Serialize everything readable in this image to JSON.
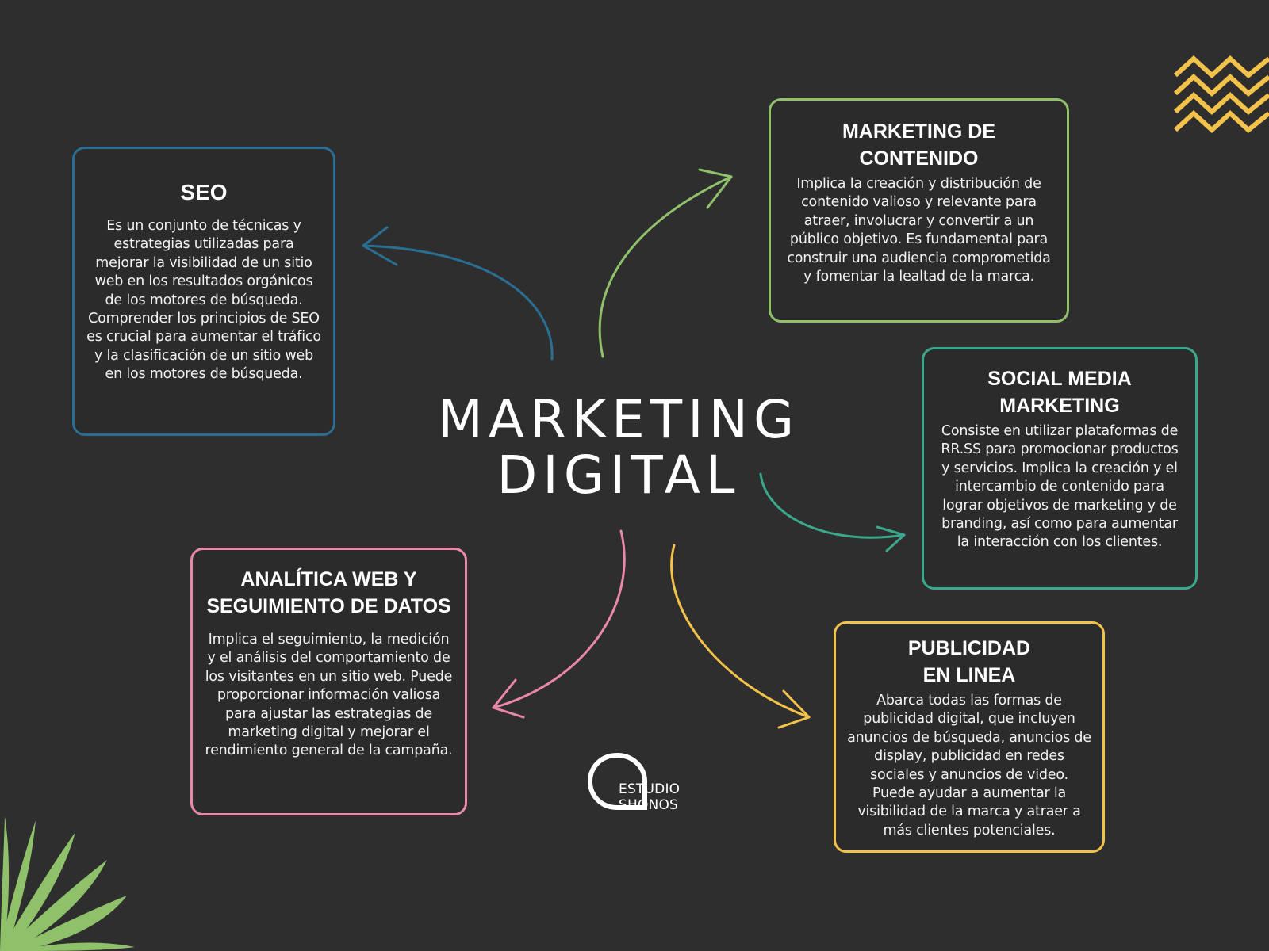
{
  "title": {
    "line1": "MARKETING",
    "line2": "DIGITAL"
  },
  "cards": {
    "seo": {
      "title": "SEO",
      "body": "Es un conjunto de técnicas y estrategias utilizadas para mejorar la visibilidad de un sitio web en los resultados orgánicos de los motores de búsqueda. Comprender los principios de SEO es crucial para aumentar el tráfico y la clasificación de un sitio web en los motores de búsqueda.",
      "color": "#2a6f93"
    },
    "contenido": {
      "title_line1": "MARKETING DE",
      "title_line2": "CONTENIDO",
      "body": "Implica la creación y distribución de contenido valioso y relevante para atraer, involucrar y convertir a un público objetivo. Es fundamental para construir una audiencia comprometida y fomentar la lealtad de la marca.",
      "color": "#8fc16b"
    },
    "social": {
      "title_line1": "SOCIAL MEDIA",
      "title_line2": "MARKETING",
      "body": "Consiste en utilizar plataformas de RR.SS para promocionar productos y servicios. Implica la creación y el intercambio de contenido para lograr objetivos de marketing y de branding, así como para aumentar la interacción con los clientes.",
      "color": "#3aa88c"
    },
    "publicidad": {
      "title_line1": "PUBLICIDAD",
      "title_line2": "EN LINEA",
      "body": "Abarca todas las formas de publicidad digital, que incluyen anuncios de búsqueda, anuncios de display, publicidad en redes sociales y anuncios de video. Puede ayudar a aumentar la visibilidad de la marca y atraer a más clientes potenciales.",
      "color": "#f3c24a"
    },
    "analitica": {
      "title_line1": "ANALÍTICA WEB Y",
      "title_line2": "SEGUIMIENTO DE DATOS",
      "body": "Implica el seguimiento, la medición y el análisis del comportamiento de los visitantes en un sitio web. Puede proporcionar información valiosa para ajustar las estrategias de marketing digital y mejorar el rendimiento general de la campaña.",
      "color": "#ea88a8"
    }
  },
  "logo": {
    "line1": "ESTUDIO",
    "line2": "SHONOS",
    "icon": "shonos-logo-icon"
  },
  "decorations": {
    "zigzag_color": "#f3c24a",
    "leaf_color": "#8fc16b"
  }
}
